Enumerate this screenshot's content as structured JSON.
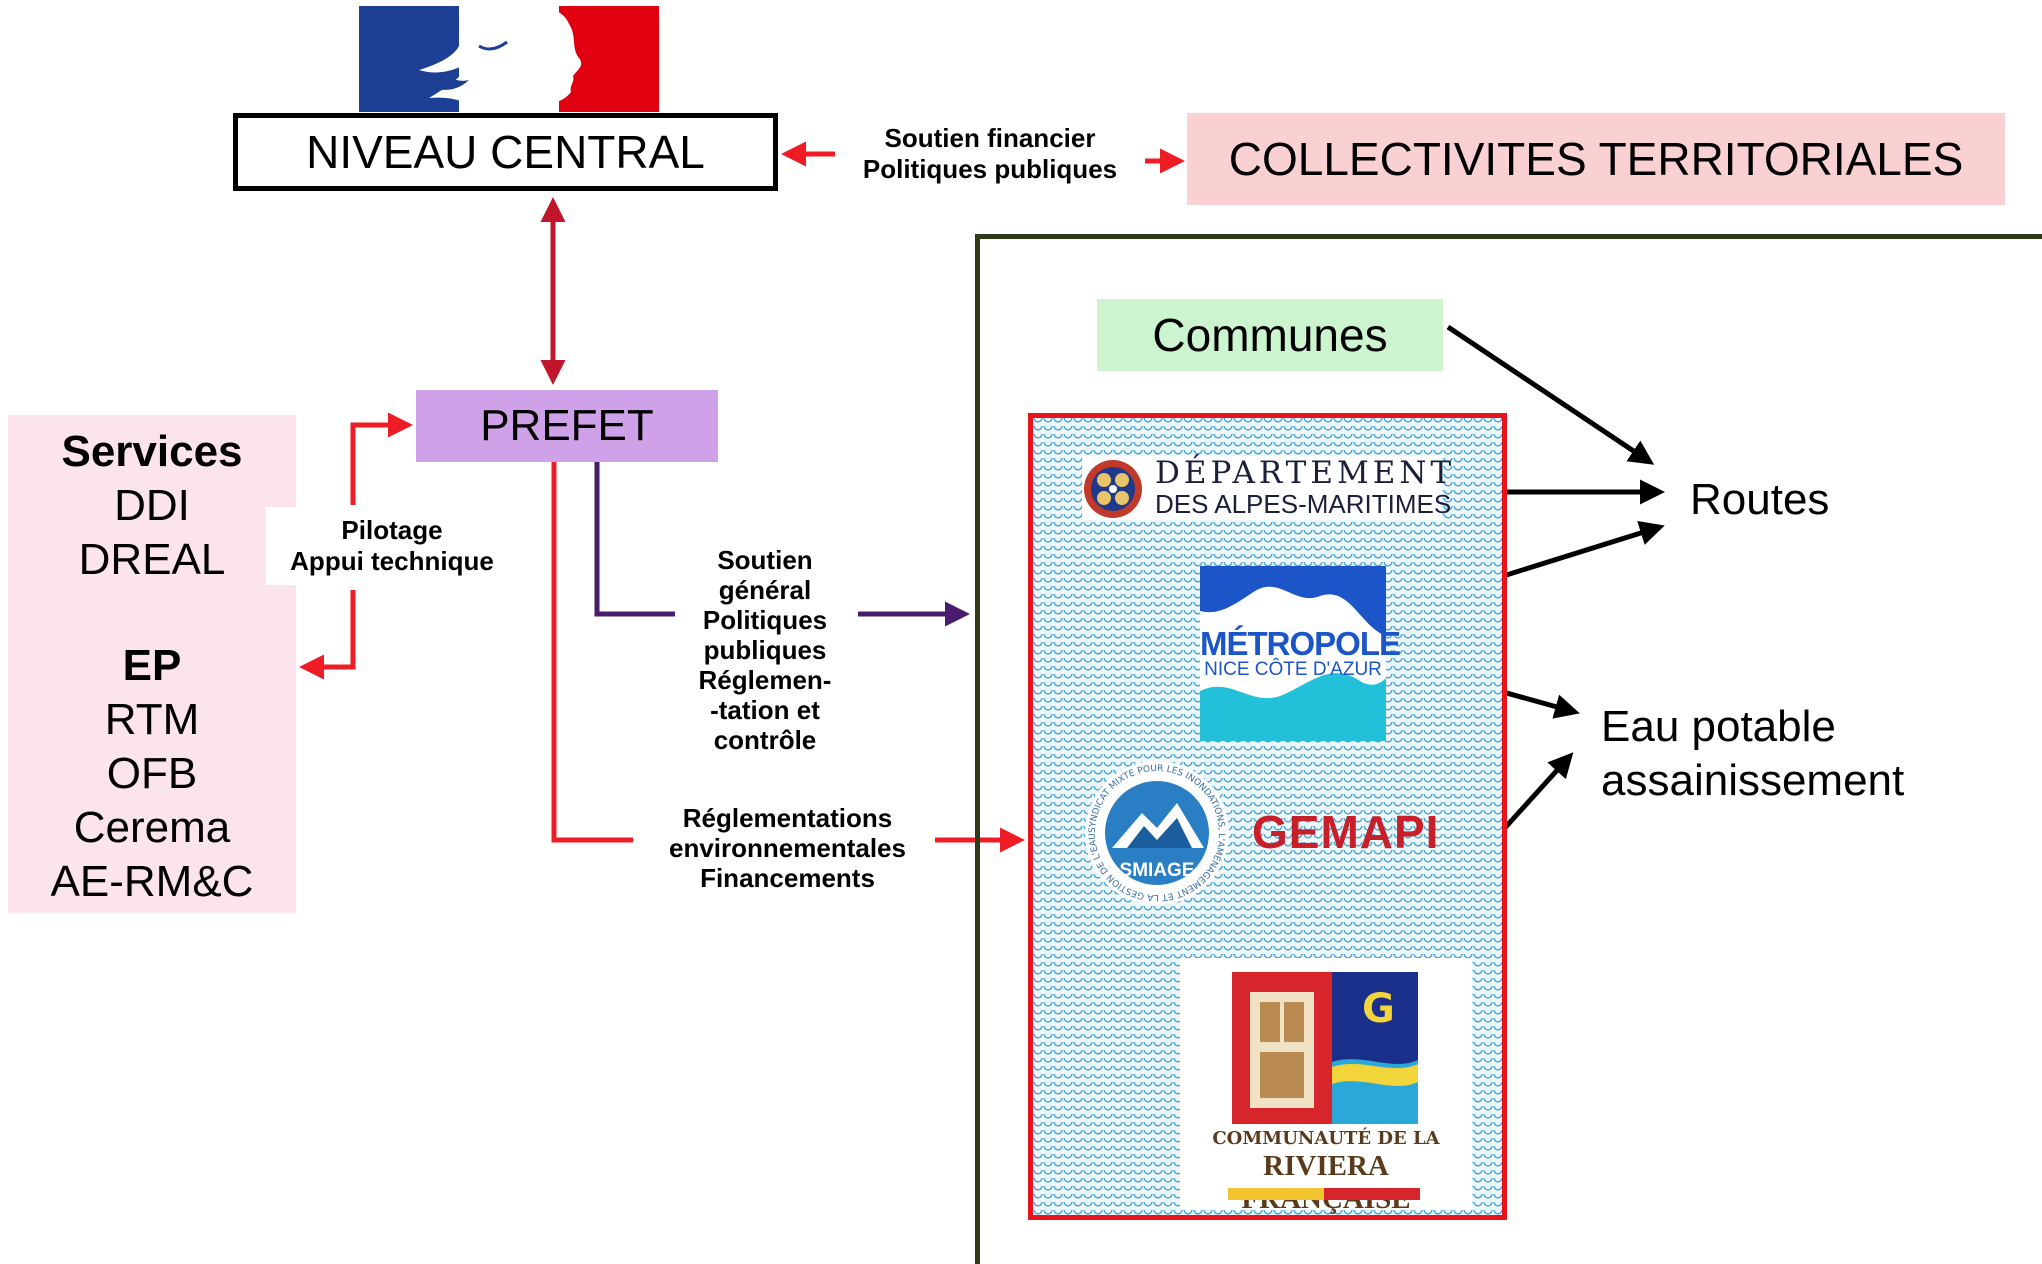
{
  "nodes": {
    "niveau_central": "NIVEAU CENTRAL",
    "collectivites": "COLLECTIVITES TERRITORIALES",
    "prefet": "PREFET",
    "communes": "Communes",
    "routes": "Routes",
    "eau_line1": "Eau potable",
    "eau_line2": "assainissement",
    "gemapi": "GEMAPI"
  },
  "labels": {
    "soutien_financier": [
      "Soutien financier",
      "Politiques publiques"
    ],
    "pilotage": [
      "Pilotage",
      "Appui technique"
    ],
    "soutien_general": [
      "Soutien",
      "général",
      "Politiques",
      "publiques",
      "Réglemen-",
      "-tation et",
      "contrôle"
    ],
    "reglementations": [
      "Réglementations",
      "environnementales",
      "Financements"
    ]
  },
  "services": {
    "heading1": "Services",
    "items1": [
      "DDI",
      "DREAL"
    ],
    "heading2": "EP",
    "items2": [
      "RTM",
      "OFB",
      "Cerema",
      "AE-RM&C"
    ]
  },
  "logos": {
    "departement_title": "DÉPARTEMENT",
    "departement_sub": "DES ALPES-MARITIMES",
    "metropole_title": "MÉTROPOLE",
    "metropole_sub": "NICE CÔTE D'AZUR",
    "smiage": "SMIAGE",
    "smiage_ring": "SYNDICAT MIXTE POUR LES INONDATIONS, L'AMÉNAGEMENT ET LA GESTION DE L'EAU MARALPIN",
    "riviera_line1": "COMMUNAUTÉ DE LA",
    "riviera_line2": "RIVIERA FRANÇAISE"
  },
  "colors": {
    "red_arrow": "#ee1c24",
    "dark_red_arrow": "#c0152a",
    "purple_arrow": "#4b1c6e",
    "black_arrow": "#000000",
    "prefet_fill": "#cfa1e8",
    "collectivites_fill": "#f9d1d2",
    "communes_fill": "#ccf5cf",
    "services_fill": "#fce4ec",
    "outer_box_border": "#2e3b1a",
    "pattern_box_border": "#e8141d"
  }
}
